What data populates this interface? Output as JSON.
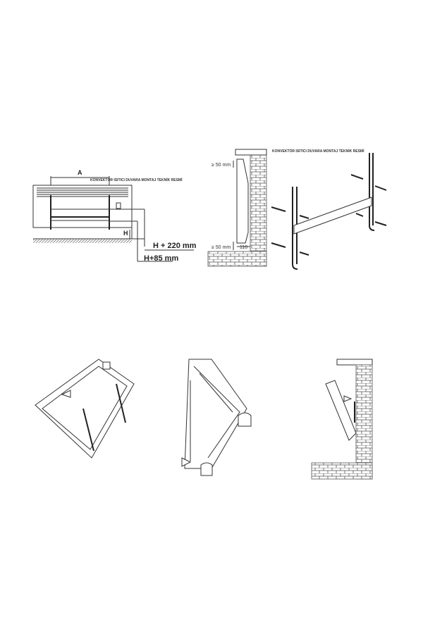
{
  "front_view": {
    "title": "KONVEKTÖR ISITICI DUVARA MONTAJ TEKNİK RESMİ",
    "dim_a": "A",
    "dim_h": "H",
    "dim_h220": "H + 220 mm",
    "dim_h85": "H+85 mm"
  },
  "side_view": {
    "top_clearance": "≥ 50 mm",
    "bottom_clearance": "≥ 50 mm",
    "depth": "110"
  },
  "bracket_view": {
    "title": "KONVEKTÖR ISITICI DUVARA MONTAJ TEKNİK RESMİ"
  }
}
